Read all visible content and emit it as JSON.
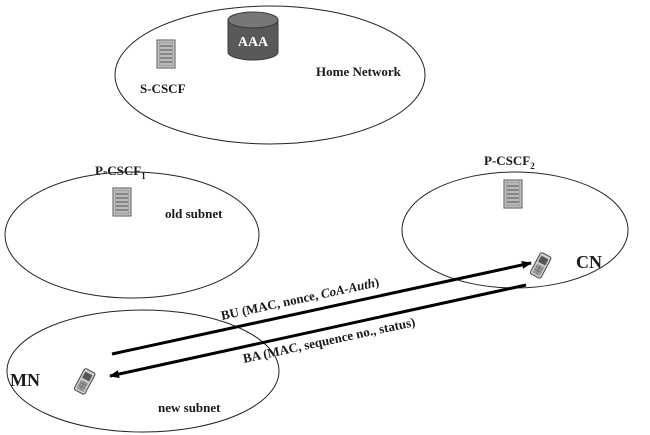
{
  "home_network": {
    "label": "Home Network",
    "aaa_label": "AAA",
    "scscf_label": "S-CSCF"
  },
  "old_subnet": {
    "label": "old subnet",
    "pcscf_label": "P-CSCF",
    "pcscf_sub": "1"
  },
  "cn_subnet": {
    "pcscf_label": "P-CSCF",
    "pcscf_sub": "2",
    "cn_label": "CN"
  },
  "new_subnet": {
    "label": "new subnet",
    "mn_label": "MN"
  },
  "messages": {
    "bu_prefix": "BU (MAC, nonce, ",
    "bu_italic": "CoA-Auth",
    "bu_suffix": ")",
    "ba_label": "BA (MAC, sequence no., status)"
  }
}
